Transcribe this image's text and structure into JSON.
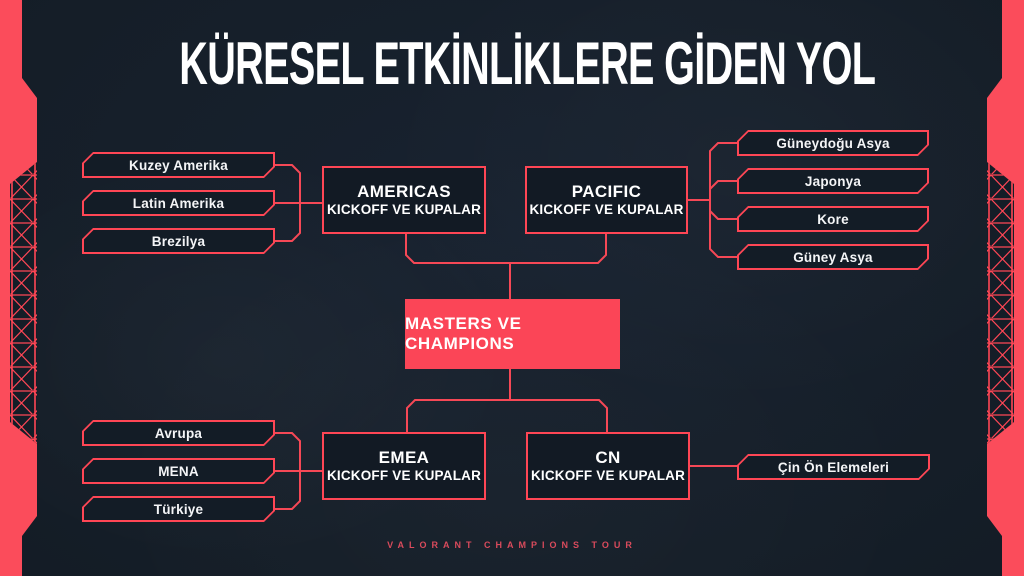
{
  "title": "KÜRESEL ETKİNLİKLERE GİDEN YOL",
  "footer": "VALORANT CHAMPIONS TOUR",
  "colors": {
    "accent": "#ff4655",
    "background": "#151e28",
    "box_fill": "#131c26",
    "center_fill": "#fb4557",
    "text": "#ffffff"
  },
  "center": {
    "label": "MASTERS VE CHAMPIONS"
  },
  "hubs": {
    "americas": {
      "line1": "AMERICAS",
      "line2": "KICKOFF VE KUPALAR"
    },
    "pacific": {
      "line1": "PACIFIC",
      "line2": "KICKOFF VE KUPALAR"
    },
    "emea": {
      "line1": "EMEA",
      "line2": "KICKOFF VE KUPALAR"
    },
    "cn": {
      "line1": "CN",
      "line2": "KICKOFF VE KUPALAR"
    }
  },
  "feeders": {
    "americas": [
      "Kuzey Amerika",
      "Latin Amerika",
      "Brezilya"
    ],
    "pacific": [
      "Güneydoğu Asya",
      "Japonya",
      "Kore",
      "Güney Asya"
    ],
    "emea": [
      "Avrupa",
      "MENA",
      "Türkiye"
    ],
    "cn": [
      "Çin Ön Elemeleri"
    ]
  }
}
